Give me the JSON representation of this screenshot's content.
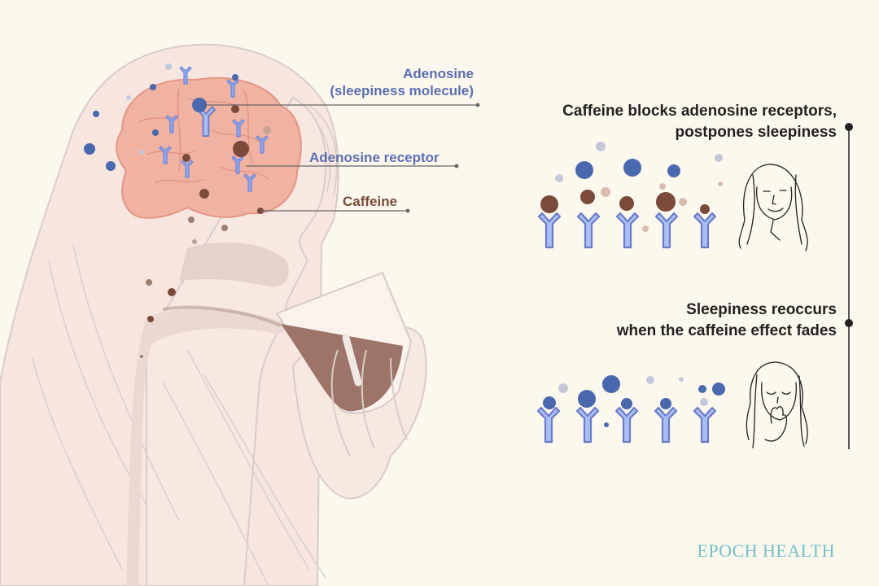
{
  "labels": {
    "adenosine_title": "Adenosine",
    "adenosine_subtitle": "(sleepiness molecule)",
    "adenosine_receptor": "Adenosine receptor",
    "caffeine": "Caffeine"
  },
  "panels": [
    {
      "heading_line1": "Caffeine blocks adenosine receptors,",
      "heading_line2": "postpones sleepiness",
      "state": "receptors-blocked-by-caffeine",
      "face": "awake-smiling-woman"
    },
    {
      "heading_line1": "Sleepiness reoccurs",
      "heading_line2": "when the caffeine effect fades",
      "state": "adenosine-binds-receptors",
      "face": "yawning-woman"
    }
  ],
  "brand": "EPOCH HEALTH",
  "colors": {
    "background": "#fcf8ee",
    "adenosine": "#4a68ad",
    "adenosine_light": "#c3c9d9",
    "caffeine": "#7a4a3a",
    "caffeine_light": "#d9bcb0",
    "receptor_fill": "#a9bff5",
    "receptor_stroke": "#6b7bc7",
    "brain": "#f0b2a2",
    "brain_stroke": "#e39585",
    "skin": "#f6e6df",
    "outline": "#d4cbc6",
    "coffee": "#9c7468",
    "text_dark": "#222222",
    "label_blue": "#5b6fb0",
    "brand": "#74bfc8"
  }
}
